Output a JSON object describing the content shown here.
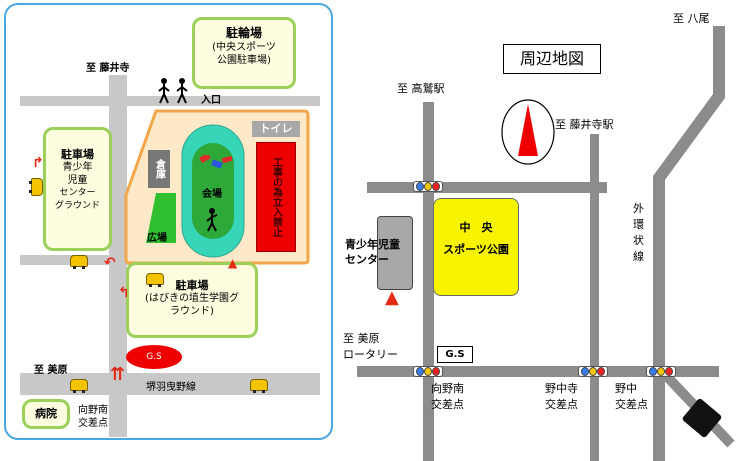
{
  "left_map": {
    "bicycle_parking": {
      "title": "駐輪場",
      "sub1": "(中央スポーツ",
      "sub2": "公園駐車場)"
    },
    "to_fujiidera": "至 藤井寺",
    "entrance": "入口",
    "toilet": "トイレ",
    "warehouse": "倉庫",
    "venue": "会場",
    "plaza": "広場",
    "construction": "工事の為立入禁止",
    "parking_youth": {
      "title": "駐車場",
      "l1": "青少年",
      "l2": "児童",
      "l3": "センター",
      "l4": "グラウンド"
    },
    "parking_habikino": {
      "title": "駐車場",
      "l1": "(はびきの埴生学園グ",
      "l2": "ラウンド)"
    },
    "gas_station": "G.S",
    "to_mihara": "至 美原",
    "road_name": "堺羽曳野線",
    "hospital": "病院",
    "intersection1": "向野南",
    "intersection2": "交差点"
  },
  "right_map": {
    "title": "周辺地図",
    "to_takawashi": "至 高鷲駅",
    "to_yao": "至 八尾",
    "to_fujiidera_station": "至 藤井寺駅",
    "outer_ring_line": [
      "外",
      "環",
      "状",
      "線"
    ],
    "youth_center": {
      "l1": "青少年児童",
      "l2": "センター"
    },
    "central_park": {
      "l1": "中　央",
      "l2": "スポーツ公園"
    },
    "to_mihara_rotary": {
      "l1": "至 美原",
      "l2": "ロータリー"
    },
    "gas_station": "G.S",
    "intersections": [
      {
        "l1": "向野南",
        "l2": "交差点"
      },
      {
        "l1": "野中寺",
        "l2": "交差点"
      },
      {
        "l1": "野中",
        "l2": "交差点"
      }
    ]
  },
  "colors": {
    "accent_blue": "#4aa6e0",
    "green_border": "#9bd05a",
    "park_orange": "#f3a64a",
    "track_teal": "#38d6b8",
    "construction_red": "#ee0000",
    "park_yellow": "#f8f400",
    "gs_red": "#ee0000"
  }
}
